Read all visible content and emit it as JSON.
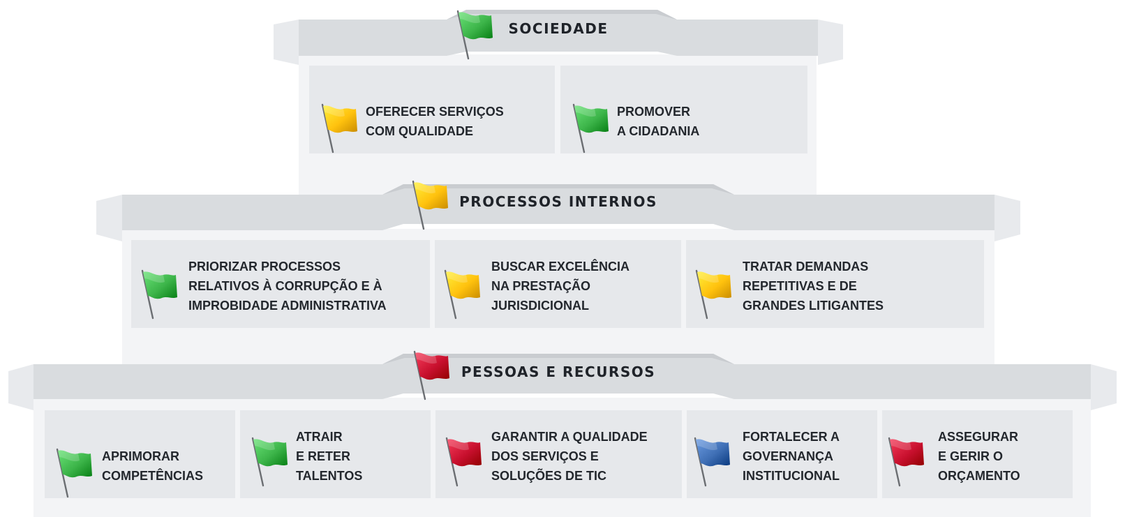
{
  "colors": {
    "green": "#3db54a",
    "yellow": "#ffc20e",
    "red": "#c8102e",
    "blue": "#3f6fb5"
  },
  "tiers": [
    {
      "title": "SOCIEDADE",
      "flag": "green",
      "items": [
        {
          "flag": "yellow",
          "lines": [
            "OFERECER SERVIÇOS",
            "COM QUALIDADE"
          ]
        },
        {
          "flag": "green",
          "lines": [
            "PROMOVER",
            "A CIDADANIA"
          ]
        }
      ]
    },
    {
      "title": "PROCESSOS INTERNOS",
      "flag": "yellow",
      "items": [
        {
          "flag": "green",
          "lines": [
            "PRIORIZAR PROCESSOS",
            "RELATIVOS À CORRUPÇÃO E À",
            "IMPROBIDADE ADMINISTRATIVA"
          ]
        },
        {
          "flag": "yellow",
          "lines": [
            "BUSCAR EXCELÊNCIA",
            "NA PRESTAÇÃO",
            "JURISDICIONAL"
          ]
        },
        {
          "flag": "yellow",
          "lines": [
            "TRATAR DEMANDAS",
            "REPETITIVAS E DE",
            "GRANDES LITIGANTES"
          ]
        }
      ]
    },
    {
      "title": "PESSOAS E RECURSOS",
      "flag": "red",
      "items": [
        {
          "flag": "green",
          "lines": [
            "APRIMORAR",
            "COMPETÊNCIAS"
          ]
        },
        {
          "flag": "green",
          "lines": [
            "ATRAIR",
            "E RETER",
            "TALENTOS"
          ]
        },
        {
          "flag": "red",
          "lines": [
            "GARANTIR A QUALIDADE",
            "DOS SERVIÇOS E",
            "SOLUÇÕES DE TIC"
          ]
        },
        {
          "flag": "blue",
          "lines": [
            "FORTALECER A",
            "GOVERNANÇA",
            "INSTITUCIONAL"
          ]
        },
        {
          "flag": "red",
          "lines": [
            "ASSEGURAR",
            "E GERIR O",
            "ORÇAMENTO"
          ]
        }
      ]
    }
  ]
}
